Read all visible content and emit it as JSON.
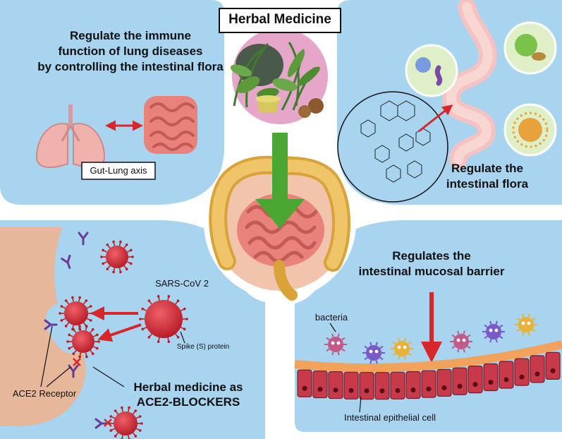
{
  "header": {
    "title": "Herbal Medicine"
  },
  "panels": {
    "top_left": {
      "heading_lines": [
        "Regulate the immune",
        "function of lung diseases",
        "by controlling the intestinal flora"
      ],
      "axis_label": "Gut-Lung axis"
    },
    "top_right": {
      "heading_lines": [
        "Regulate the",
        "intestinal flora"
      ]
    },
    "bottom_left": {
      "virus_label": "SARS-CoV 2",
      "spike_label": "Spike (S) protein",
      "receptor_label": "ACE2 Receptor",
      "blocker_lines": [
        "Herbal medicine as",
        "ACE2-BLOCKERS"
      ]
    },
    "bottom_right": {
      "heading_lines": [
        "Regulates the",
        "intestinal mucosal barrier"
      ],
      "bacteria_label": "bacteria",
      "epithelial_label": "Intestinal epithelial cell"
    }
  },
  "colors": {
    "panel_blue": "#a8d4f0",
    "arrow_red": "#d8262a",
    "arrow_green": "#4aa832",
    "gut_pink": "#e8827a",
    "virus_red": "#d8323a",
    "herb_pink": "#e6a6c9",
    "skin": "#e7b79a"
  }
}
